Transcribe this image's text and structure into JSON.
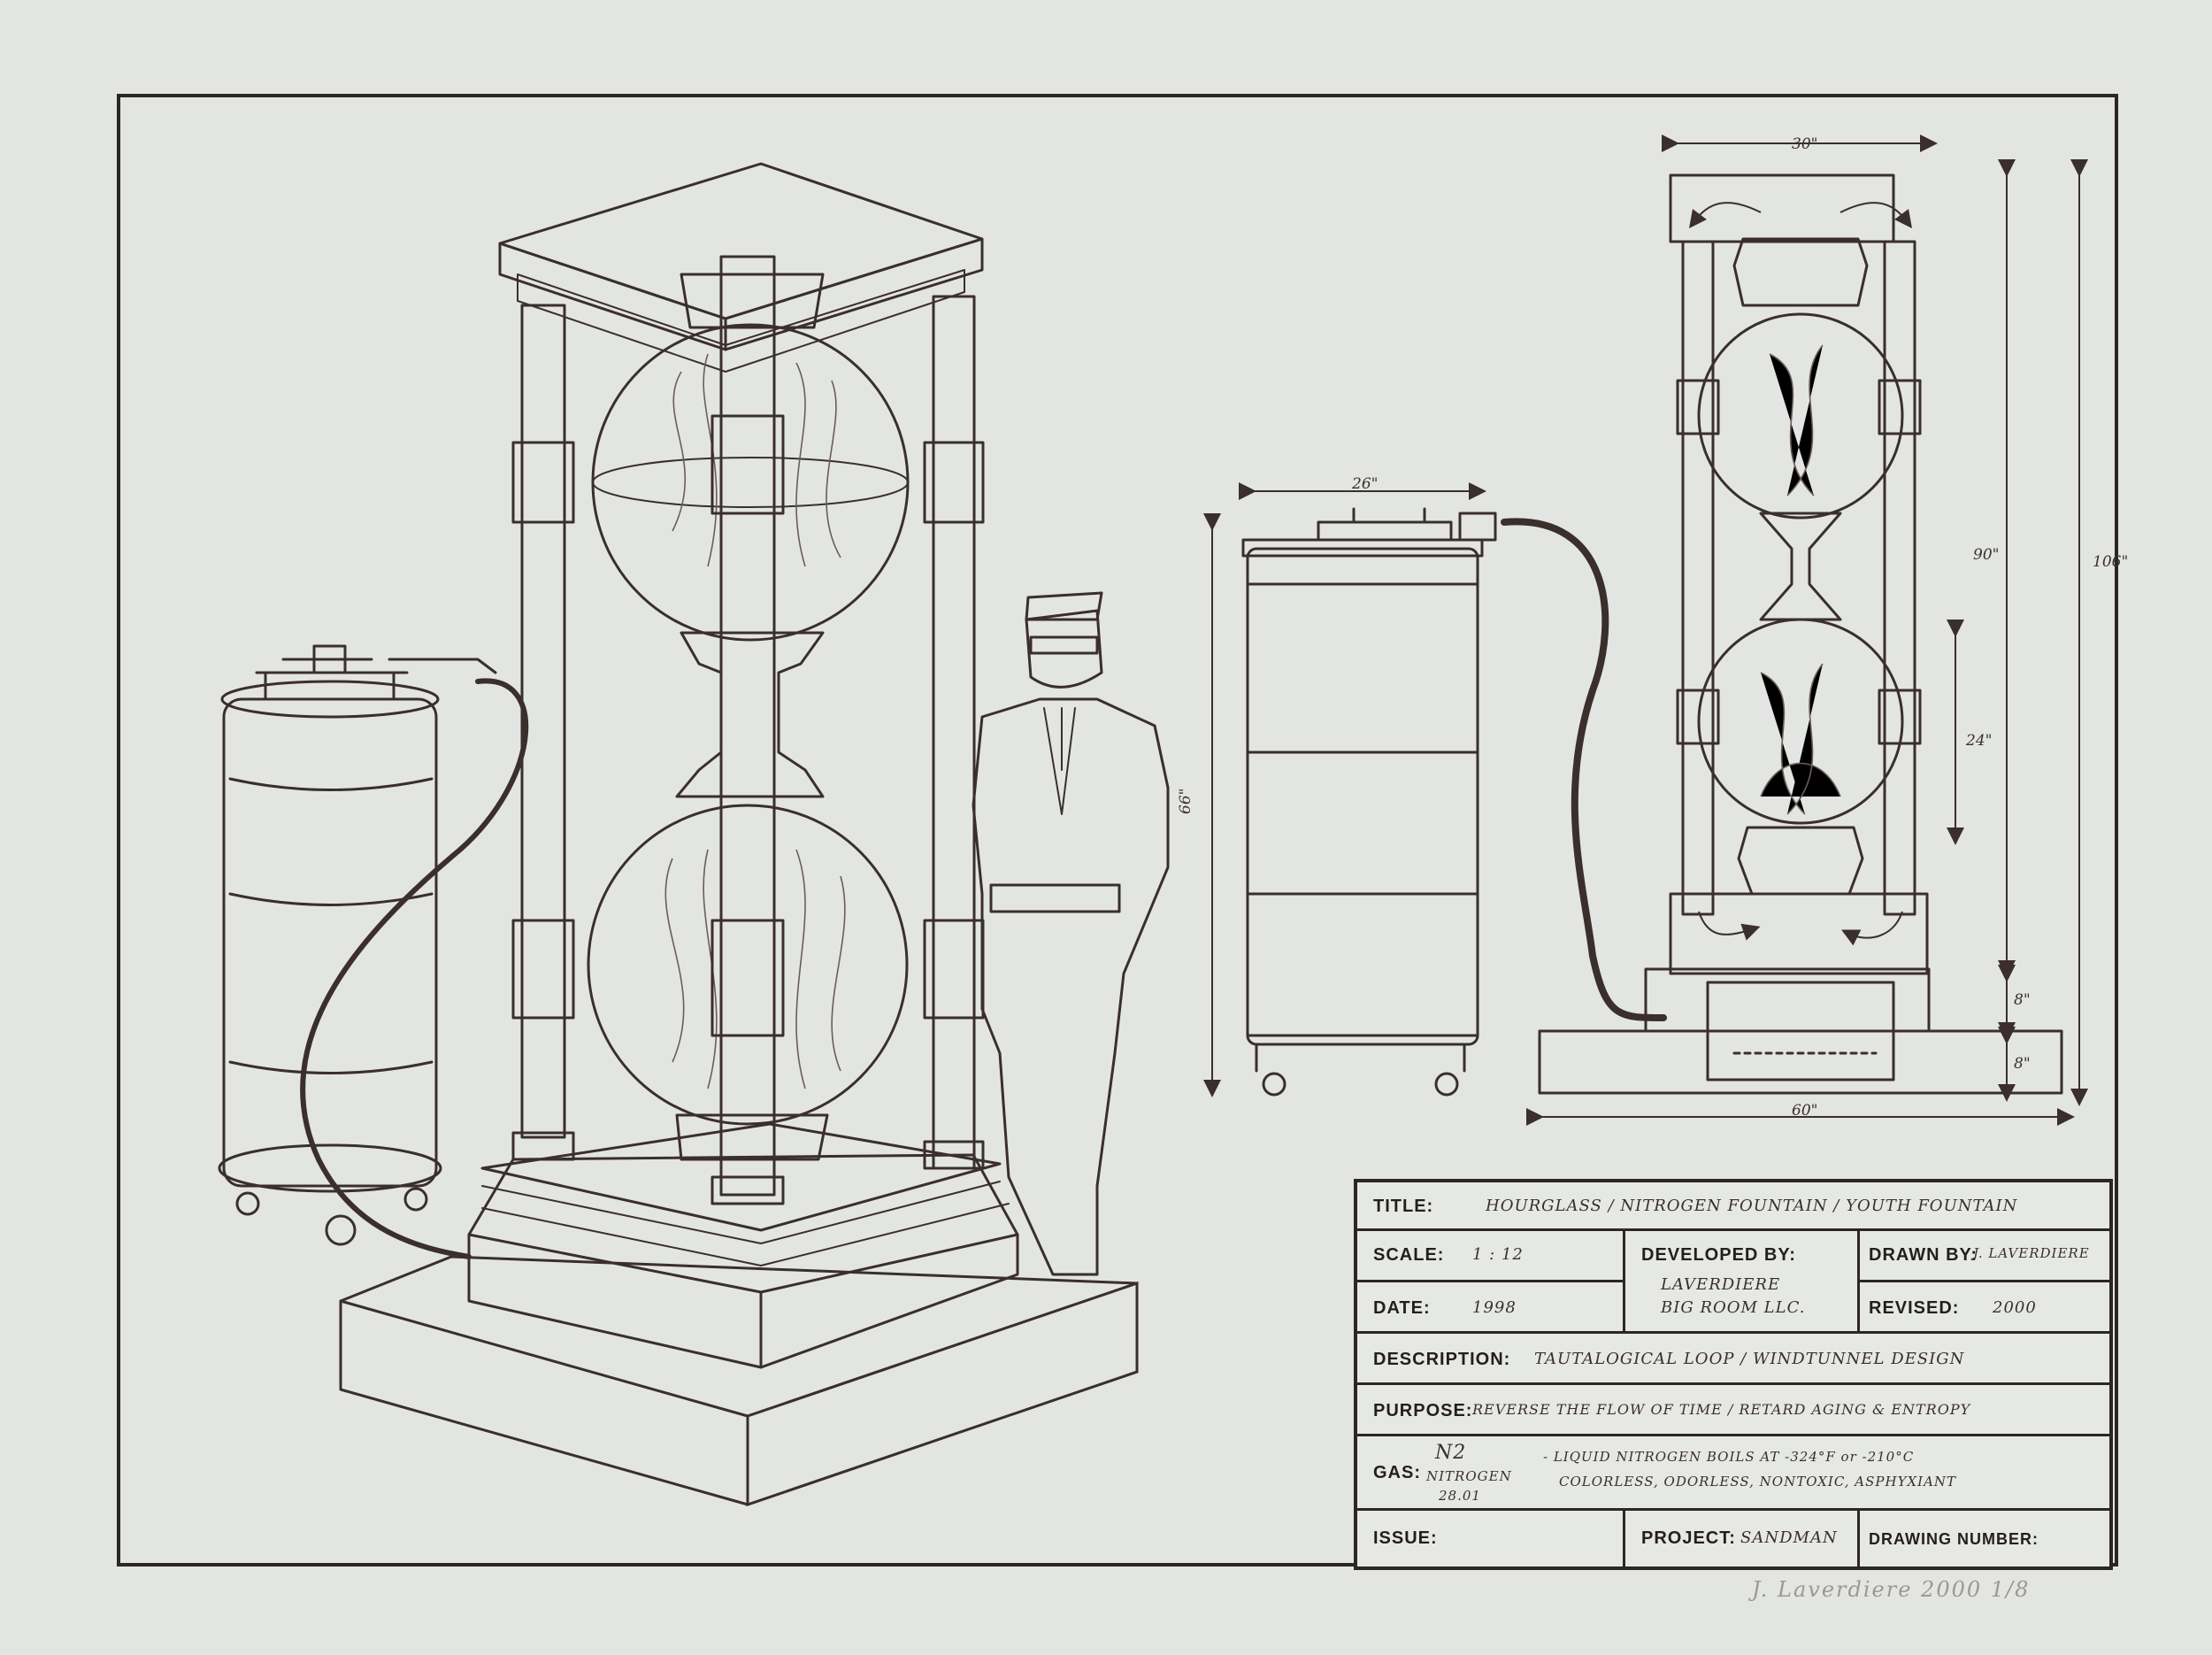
{
  "title_block": {
    "title": {
      "label": "TITLE:",
      "value": "HOURGLASS   /  NITROGEN FOUNTAIN / YOUTH FOUNTAIN"
    },
    "scale": {
      "label": "SCALE:",
      "value": "1 : 12"
    },
    "date": {
      "label": "DATE:",
      "value": "1998"
    },
    "developed_by": {
      "label": "DEVELOPED BY:",
      "line1": "LAVERDIERE",
      "line2": "BIG ROOM LLC."
    },
    "drawn_by": {
      "label": "DRAWN BY:",
      "value": "J. LAVERDIERE"
    },
    "revised": {
      "label": "REVISED:",
      "value": "2000"
    },
    "description": {
      "label": "DESCRIPTION:",
      "value": "TAUTALOGICAL LOOP / WINDTUNNEL DESIGN"
    },
    "purpose": {
      "label": "PURPOSE:",
      "value": "REVERSE THE FLOW OF TIME / RETARD AGING & ENTROPY"
    },
    "gas": {
      "label": "GAS:",
      "formula": "N2",
      "name": "NITROGEN",
      "mass": "28.01",
      "note1": "- LIQUID NITROGEN   BOILS AT  -324°F or -210°C",
      "note2": "COLORLESS, ODORLESS, NONTOXIC, ASPHYXIANT"
    },
    "issue": {
      "label": "ISSUE:",
      "value": ""
    },
    "project": {
      "label": "PROJECT:",
      "value": "SANDMAN"
    },
    "drawing_number": {
      "label": "DRAWING NUMBER:",
      "value": ""
    }
  },
  "dimensions": {
    "dewar_width": "26\"",
    "dewar_height": "66\"",
    "frame_width": "30\"",
    "total_height": "106\"",
    "frame_height": "90\"",
    "sphere_height": "24\"",
    "plinth_height": "8\"",
    "base_height": "8\"",
    "base_width": "60\""
  },
  "signature": "J. Laverdiere  2000  1/8",
  "colors": {
    "paper": "#e3e5e3",
    "ink": "#3a2f2c"
  }
}
